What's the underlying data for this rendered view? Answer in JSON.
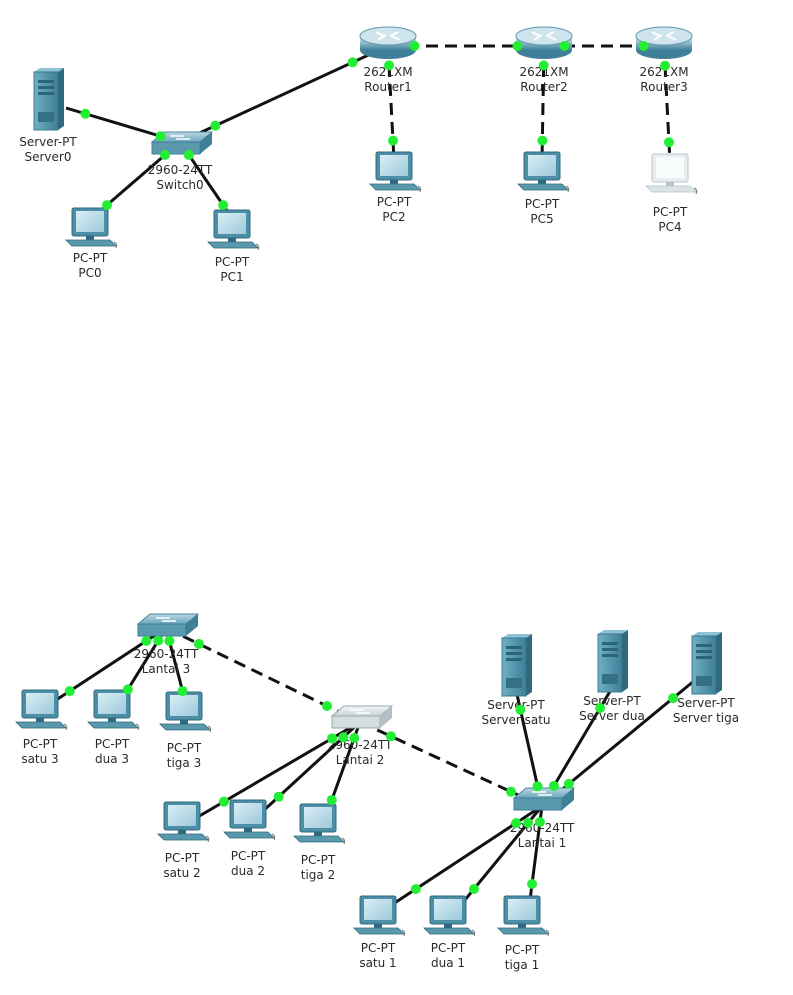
{
  "colors": {
    "port_indicator": "#22ee33",
    "link": "#111111",
    "device_teal": "#4e98b0",
    "device_highlight_silver": "#d4dde0"
  },
  "diagram_top": {
    "nodes": [
      {
        "id": "Server0",
        "model": "Server-PT",
        "name": "Server0",
        "kind": "server"
      },
      {
        "id": "Switch0",
        "model": "2960-24TT",
        "name": "Switch0",
        "kind": "switch"
      },
      {
        "id": "PC0",
        "model": "PC-PT",
        "name": "PC0",
        "kind": "pc"
      },
      {
        "id": "PC1",
        "model": "PC-PT",
        "name": "PC1",
        "kind": "pc"
      },
      {
        "id": "Router1",
        "model": "2621XM",
        "name": "Router1",
        "kind": "router"
      },
      {
        "id": "Router2",
        "model": "2621XM",
        "name": "Router2",
        "kind": "router"
      },
      {
        "id": "Router3",
        "model": "2621XM",
        "name": "Router3",
        "kind": "router"
      },
      {
        "id": "PC2",
        "model": "PC-PT",
        "name": "PC2",
        "kind": "pc"
      },
      {
        "id": "PC5",
        "model": "PC-PT",
        "name": "PC5",
        "kind": "pc"
      },
      {
        "id": "PC4",
        "model": "PC-PT",
        "name": "PC4",
        "kind": "pc",
        "highlight": true
      }
    ],
    "links": [
      {
        "from": "Server0",
        "to": "Switch0",
        "style": "solid"
      },
      {
        "from": "Switch0",
        "to": "PC0",
        "style": "solid"
      },
      {
        "from": "Switch0",
        "to": "PC1",
        "style": "solid"
      },
      {
        "from": "Switch0",
        "to": "Router1",
        "style": "solid"
      },
      {
        "from": "Router1",
        "to": "Router2",
        "style": "dashed"
      },
      {
        "from": "Router2",
        "to": "Router3",
        "style": "dashed"
      },
      {
        "from": "Router1",
        "to": "PC2",
        "style": "dashed"
      },
      {
        "from": "Router2",
        "to": "PC5",
        "style": "dashed"
      },
      {
        "from": "Router3",
        "to": "PC4",
        "style": "dashed"
      }
    ]
  },
  "diagram_bottom": {
    "nodes": [
      {
        "id": "Lantai3",
        "model": "2960-24TT",
        "name": "Lantai 3",
        "kind": "switch"
      },
      {
        "id": "satu3",
        "model": "PC-PT",
        "name": "satu 3",
        "kind": "pc"
      },
      {
        "id": "dua3",
        "model": "PC-PT",
        "name": "dua 3",
        "kind": "pc"
      },
      {
        "id": "tiga3",
        "model": "PC-PT",
        "name": "tiga 3",
        "kind": "pc"
      },
      {
        "id": "Lantai2",
        "model": "2960-24TT",
        "name": "Lantai 2",
        "kind": "switch",
        "highlight": true
      },
      {
        "id": "satu2",
        "model": "PC-PT",
        "name": "satu 2",
        "kind": "pc"
      },
      {
        "id": "dua2",
        "model": "PC-PT",
        "name": "dua 2",
        "kind": "pc"
      },
      {
        "id": "tiga2",
        "model": "PC-PT",
        "name": "tiga 2",
        "kind": "pc"
      },
      {
        "id": "Lantai1",
        "model": "2960-24TT",
        "name": "Lantai 1",
        "kind": "switch"
      },
      {
        "id": "ServerSatu",
        "model": "Server-PT",
        "name": "Server satu",
        "kind": "server"
      },
      {
        "id": "ServerDua",
        "model": "Server-PT",
        "name": "Server dua",
        "kind": "server"
      },
      {
        "id": "ServerTiga",
        "model": "Server-PT",
        "name": "Server tiga",
        "kind": "server"
      },
      {
        "id": "satu1",
        "model": "PC-PT",
        "name": "satu 1",
        "kind": "pc"
      },
      {
        "id": "dua1",
        "model": "PC-PT",
        "name": "dua 1",
        "kind": "pc"
      },
      {
        "id": "tiga1",
        "model": "PC-PT",
        "name": "tiga 1",
        "kind": "pc"
      }
    ],
    "links": [
      {
        "from": "Lantai3",
        "to": "satu3",
        "style": "solid"
      },
      {
        "from": "Lantai3",
        "to": "dua3",
        "style": "solid"
      },
      {
        "from": "Lantai3",
        "to": "tiga3",
        "style": "solid"
      },
      {
        "from": "Lantai3",
        "to": "Lantai2",
        "style": "dashed"
      },
      {
        "from": "Lantai2",
        "to": "satu2",
        "style": "solid"
      },
      {
        "from": "Lantai2",
        "to": "dua2",
        "style": "solid"
      },
      {
        "from": "Lantai2",
        "to": "tiga2",
        "style": "solid"
      },
      {
        "from": "Lantai2",
        "to": "Lantai1",
        "style": "dashed"
      },
      {
        "from": "Lantai1",
        "to": "ServerSatu",
        "style": "solid"
      },
      {
        "from": "Lantai1",
        "to": "ServerDua",
        "style": "solid"
      },
      {
        "from": "Lantai1",
        "to": "ServerTiga",
        "style": "solid"
      },
      {
        "from": "Lantai1",
        "to": "satu1",
        "style": "solid"
      },
      {
        "from": "Lantai1",
        "to": "dua1",
        "style": "solid"
      },
      {
        "from": "Lantai1",
        "to": "tiga1",
        "style": "solid"
      }
    ]
  }
}
